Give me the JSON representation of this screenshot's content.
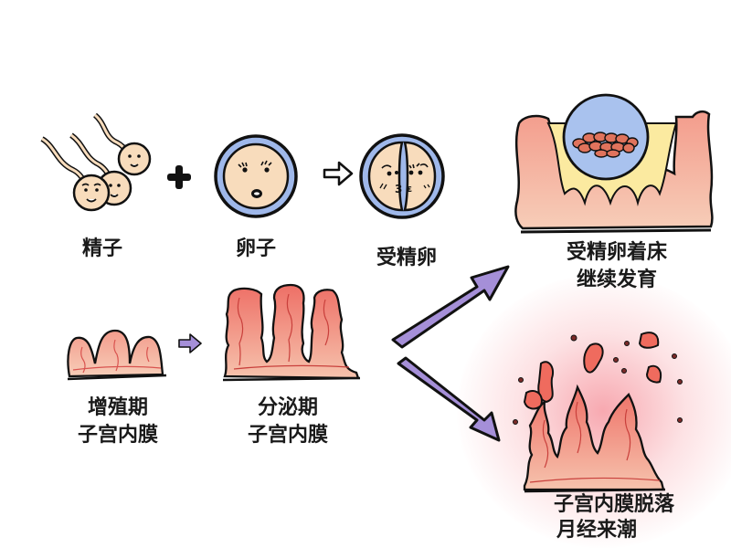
{
  "title": "受精与月经周期示意图",
  "colors": {
    "skin": "#f8dcbc",
    "zona": "#9fb8ea",
    "tissue": "#f29a8a",
    "tissue_light": "#f7c2ad",
    "yolk": "#fbeaa0",
    "arrow": "#a58fd8",
    "outline": "#111111",
    "menses_glow": "#f58c96"
  },
  "row1": {
    "sperm": {
      "label": "精子",
      "icon": "sperm-icon"
    },
    "plus": {
      "symbol": "+"
    },
    "egg": {
      "label": "卵子",
      "icon": "egg-icon"
    },
    "zygote": {
      "label": "受精卵",
      "icon": "zygote-icon"
    }
  },
  "row2": {
    "proliferative": {
      "label_line1": "增殖期",
      "label_line2": "子宫内膜"
    },
    "secretory": {
      "label_line1": "分泌期",
      "label_line2": "子宫内膜"
    }
  },
  "outcomes": {
    "implantation": {
      "label_line1": "受精卵着床",
      "label_line2": "继续发育"
    },
    "menstruation": {
      "label_line1": "子宫内膜脱落",
      "label_line2": "月经来潮"
    }
  }
}
